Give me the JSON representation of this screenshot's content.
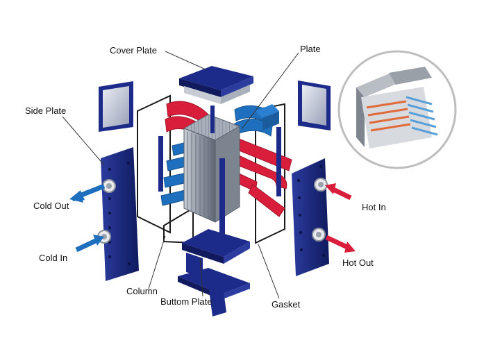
{
  "labels": {
    "cover_plate": "Cover Plate",
    "plate": "Plate",
    "side_plate": "Side Plate",
    "cold_out": "Cold Out",
    "cold_in": "Cold In",
    "hot_in": "Hot In",
    "hot_out": "Hot Out",
    "column": "Column",
    "buttom_plate": "Buttom Plate",
    "gasket": "Gasket"
  },
  "colors": {
    "plate_navy": "#1c2b8a",
    "plate_dark": "#101a5c",
    "hot_flow": "#d81e3a",
    "cold_flow": "#1f6fbf",
    "core_grey": "#9aa3ad",
    "inset_ring": "#bdbdbd"
  }
}
